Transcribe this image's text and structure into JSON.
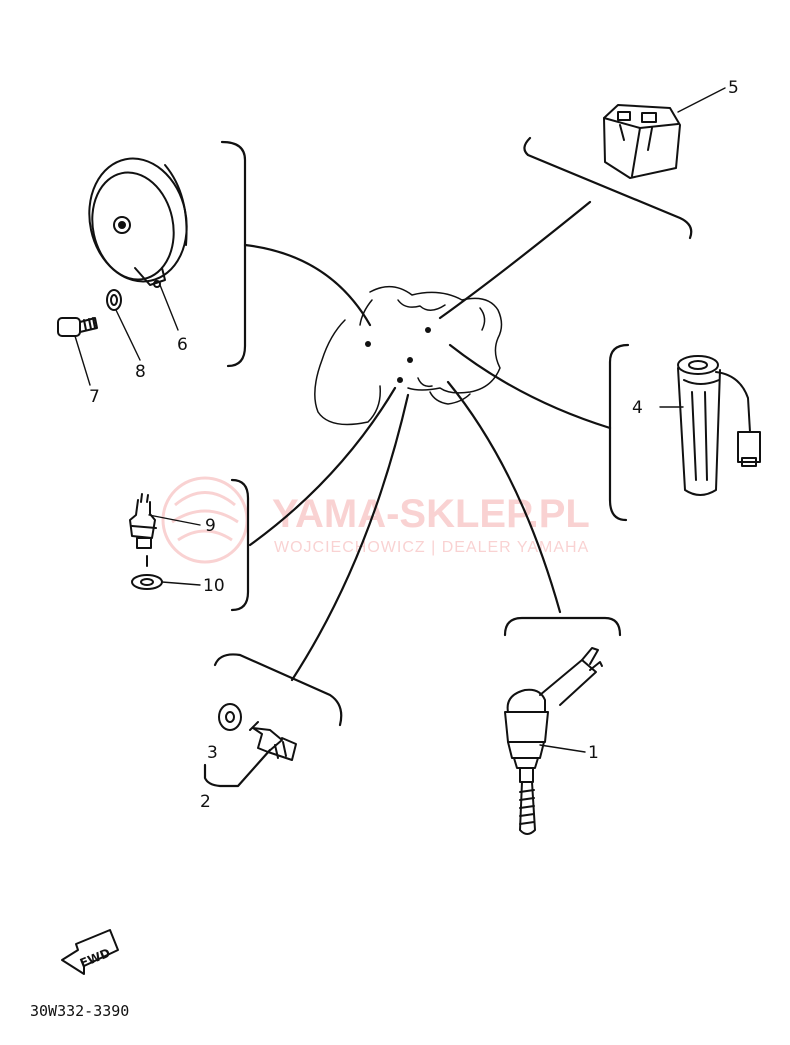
{
  "diagram": {
    "part_labels": {
      "p1": "1",
      "p2": "2",
      "p3": "3",
      "p4": "4",
      "p5": "5",
      "p6": "6",
      "p7": "7",
      "p8": "8",
      "p9": "9",
      "p10": "10"
    },
    "fwd_label": "FWD",
    "drawing_code": "30W332-3390"
  },
  "watermark": {
    "title": "YAMA-SKLEP.PL",
    "subtitle": "WOJCIECHOWICZ | DEALER YAMAHA",
    "color": "#f08080"
  }
}
